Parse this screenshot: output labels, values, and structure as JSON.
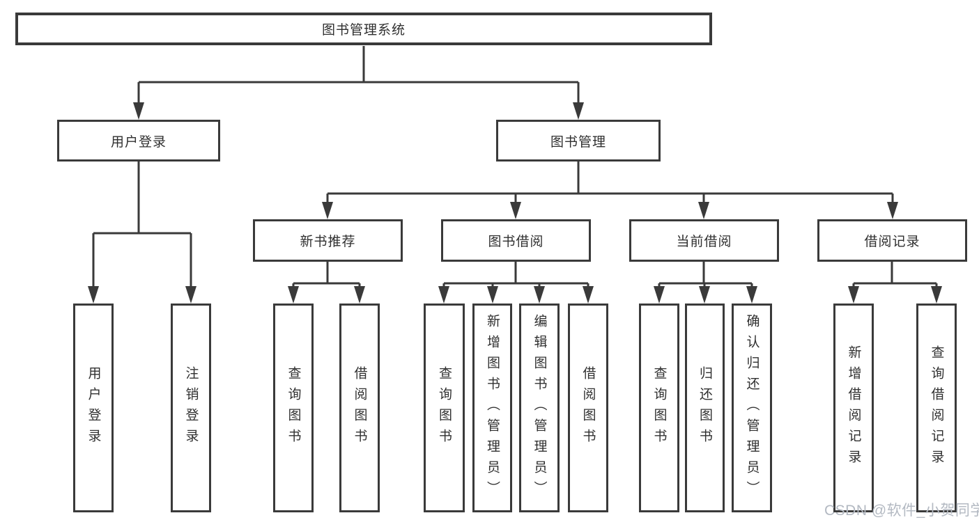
{
  "tree": {
    "root": "图书管理系统",
    "branches": {
      "user_login": "用户登录",
      "book_mgmt": "图书管理"
    },
    "modules": {
      "new_books": "新书推荐",
      "book_borrow": "图书借阅",
      "current_borrow": "当前借阅",
      "borrow_records": "借阅记录"
    },
    "leaves": {
      "user_login": [
        "用户登录",
        "注销登录"
      ],
      "new_books": [
        "查询图书",
        "借阅图书"
      ],
      "book_borrow": [
        "查询图书",
        "新增图书（管理员）",
        "编辑图书（管理员）",
        "借阅图书"
      ],
      "current_borrow": [
        "查询图书",
        "归还图书",
        "确认归还（管理员）"
      ],
      "borrow_records": [
        "新增借阅记录",
        "查询借阅记录"
      ]
    }
  },
  "watermark": "CSDN @软件_小贺同学",
  "colors": {
    "line": "#3a3a3a",
    "text": "#2f2f2f",
    "watermark": "#b3b9c2",
    "background": "#ffffff"
  }
}
